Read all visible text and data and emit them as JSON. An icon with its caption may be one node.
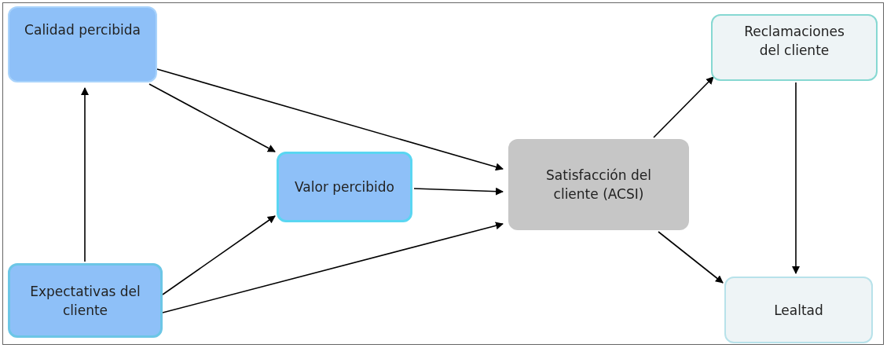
{
  "diagram": {
    "nodes": [
      {
        "text": [
          "Calidad percibida"
        ]
      },
      {
        "text": [
          "Valor percibido"
        ]
      },
      {
        "text": [
          "Satisfacción del cliente (ACSI)"
        ]
      },
      {
        "text": [
          "Reclamaciones del cliente"
        ]
      },
      {
        "text": [
          "Expectativas del cliente"
        ]
      },
      {
        "text": [
          "Lealtad"
        ]
      }
    ],
    "edges": [
      {
        "from": 4,
        "to": 0,
        "arrow": "to"
      },
      {
        "from": 0,
        "to": 1,
        "arrow": "to"
      },
      {
        "from": 0,
        "to": 2,
        "arrow": "to"
      },
      {
        "from": 4,
        "to": 1,
        "arrow": "to"
      },
      {
        "from": 4,
        "to": 2,
        "arrow": "to"
      },
      {
        "from": 1,
        "to": 2,
        "arrow": "to"
      },
      {
        "from": 2,
        "to": 3,
        "arrow": "to"
      },
      {
        "from": 2,
        "to": 5,
        "arrow": "to"
      },
      {
        "from": 3,
        "to": 5,
        "arrow": "to"
      }
    ]
  }
}
